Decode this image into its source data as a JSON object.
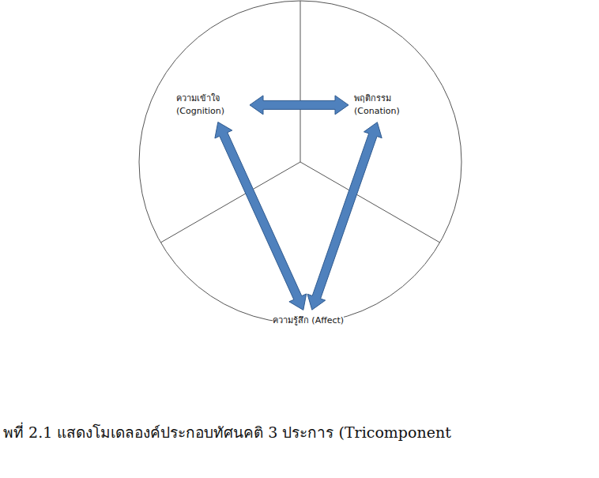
{
  "diagram": {
    "caption": "พที่ 2.1  แสดงโมเดลองค์ประกอบทัศนคติ 3 ประการ (Tricomponent",
    "nodes": [
      {
        "text": [
          "ความเข้าใจ (Cognition)"
        ]
      },
      {
        "text": [
          "พฤติกรรม (Conation)"
        ]
      },
      {
        "text": [
          "ความรู้สึก (Affect)"
        ]
      }
    ],
    "edges": [
      {
        "from": 0,
        "to": 1,
        "arrow": "both"
      },
      {
        "from": 0,
        "to": 2,
        "arrow": "both"
      },
      {
        "from": 1,
        "to": 2,
        "arrow": "both"
      }
    ]
  }
}
